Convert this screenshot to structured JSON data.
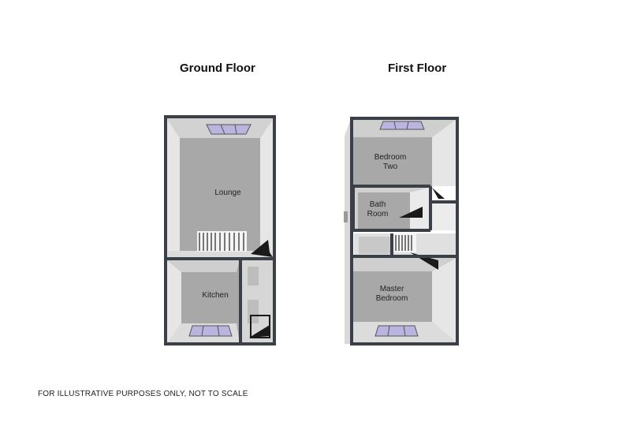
{
  "floors": [
    {
      "title": "Ground Floor",
      "rooms": [
        {
          "label": "Lounge"
        },
        {
          "label": "Kitchen"
        }
      ]
    },
    {
      "title": "First Floor",
      "rooms": [
        {
          "label_lines": [
            "Bedroom",
            "Two"
          ]
        },
        {
          "label_lines": [
            "Bath",
            "Room"
          ]
        },
        {
          "label_lines": [
            "Master",
            "Bedroom"
          ]
        }
      ]
    }
  ],
  "disclaimer": "FOR ILLUSTRATIVE PURPOSES ONLY, NOT TO SCALE",
  "colors": {
    "wall": "#3b3f47",
    "floor": "#a8a8a8",
    "side_wall": "#e3e3e3",
    "back_wall": "#cfcfcf",
    "window": "#b9b4e0"
  }
}
